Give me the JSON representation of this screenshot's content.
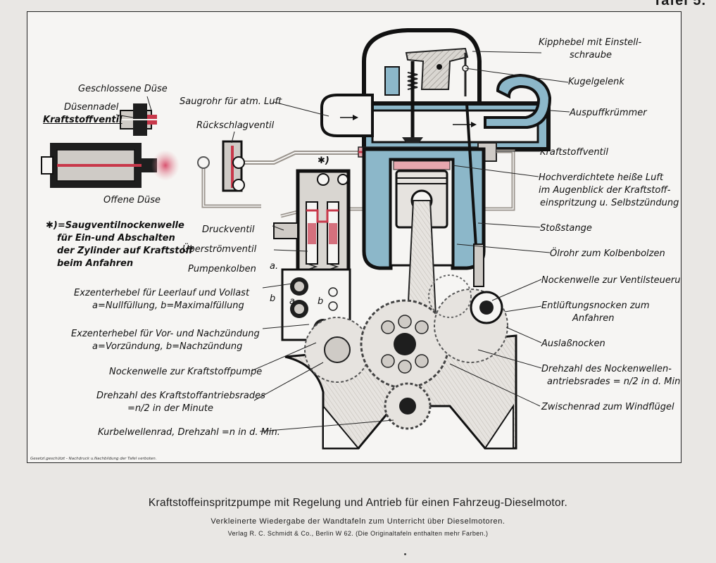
{
  "plate_title": "Tafel 5.",
  "labels": {
    "geschlossene_duese": "Geschlossene Düse",
    "duesennadel": "Düsennadel",
    "kraftstoffventil_left": "Kraftstoffventil",
    "offene_duese": "Offene Düse",
    "saugventil_note_l1": "✱)=Saugventilnockenwelle",
    "saugventil_note_l2": "für Ein-und Abschalten",
    "saugventil_note_l3": "der Zylinder auf Kraftstoff",
    "saugventil_note_l4": "beim Anfahren",
    "saugrohr": "Saugrohr für atm. Luft",
    "rueckschlagventil": "Rückschlagventil",
    "asterisk": "✱)",
    "druckventil": "Druckventil",
    "ueberstroemventil": "Überströmventil",
    "pumpenkolben": "Pumpenkolben",
    "mark_a1": "a.",
    "mark_a2": "a",
    "mark_b1": "b",
    "mark_b2": "b",
    "exzenter1_l1": "Exzenterhebel  für Leerlauf und Vollast",
    "exzenter1_l2": "a=Nullfüllung, b=Maximalfüllung",
    "exzenter2_l1": "Exzenterhebel  für Vor- und Nachzündung",
    "exzenter2_l2": "a=Vorzündung,  b=Nachzündung",
    "nockenwelle_pumpe": "Nockenwelle zur Kraftstoffpumpe",
    "drehzahl_antrieb_l1": "Drehzahl  des Kraftstoffantriebsrades",
    "drehzahl_antrieb_l2": "=n/2  in der Minute",
    "kurbelwellenrad": "Kurbelwellenrad, Drehzahl =n in d. Min.",
    "kipphebel_l1": "Kipphebel mit Einstell-",
    "kipphebel_l2": "schraube",
    "kugelgelenk": "Kugelgelenk",
    "auspuff": "Auspuffkrümmer",
    "kraftstoffventil_right": "Kraftstoffventil",
    "hochverdichtet_l1": "Hochverdichtete heiße Luft",
    "hochverdichtet_l2": "im Augenblick der Kraftstoff-",
    "hochverdichtet_l3": "einspritzung u. Selbstzündung",
    "stossstange": "Stoßstange",
    "oelrohr": "Ölrohr zum Kolbenbolzen",
    "nockenwelle_ventil": "Nockenwelle zur Ventilsteuerung",
    "entlueftung_l1": "Entlüftungsnocken zum",
    "entlueftung_l2": "Anfahren",
    "auslassnocken": "Auslaßnocken",
    "drehzahl_nocken_l1": "Drehzahl  des Nockenwellen-",
    "drehzahl_nocken_l2": "antriebsrades  = n/2  in d. Min.",
    "zwischenrad": "Zwischenrad zum Windflügel",
    "copyright": "Gesetzl.geschützt - Nachdruck u.Nachbildung der Tafel verboten."
  },
  "captions": {
    "main": "Kraftstoffeinspritzpumpe mit Regelung und Antrieb für einen Fahrzeug-Dieselmotor.",
    "sub": "Verkleinerte Wiedergabe der Wandtafeln zum Unterricht über Dieselmotoren.",
    "publisher": "Verlag R. C. Schmidt & Co., Berlin W 62. (Die Originaltafeln enthalten mehr Farben.)"
  },
  "colors": {
    "cooling_water": "#8cb7c9",
    "fuel": "#c8384a",
    "compressed_air": "#e7a7ae",
    "metal_dark": "#1e1e1e",
    "paper": "#f6f5f3",
    "gray_fill": "#cfcbc6"
  }
}
